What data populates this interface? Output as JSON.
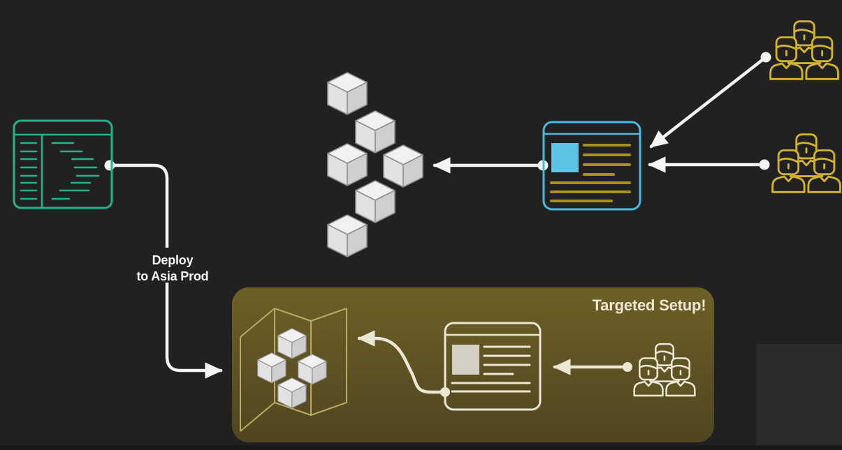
{
  "colors": {
    "background": "#212121",
    "sheen": "#2a2b2c",
    "green": "#27b08b",
    "cyan": "#4cb9dd",
    "cyan_fill": "#5ec2e6",
    "yellow": "#d3b32a",
    "mustard": "#a8921f",
    "panel_top": "#6d6027",
    "panel_bottom": "#4f4520",
    "panel_mid": "#5f5424",
    "panel_line": "#b9ab66",
    "cream": "#ece6d4",
    "white": "#f4f4f4",
    "text": "#fafafa",
    "cube_top": "#f1f1f1",
    "cube_left": "#e2e2e2",
    "cube_right": "#cfcfcf",
    "cube_stroke": "#8f8f8f",
    "square_gray": "#d4d0c3"
  },
  "diagram": {
    "deploy_label": {
      "line1": "Deploy",
      "line2": "to Asia Prod"
    },
    "panel": {
      "title": "Targeted Setup!"
    },
    "nodes": [
      {
        "id": "code-editor",
        "type": "code-editor-icon",
        "color": "green"
      },
      {
        "id": "service-cubes",
        "type": "cube-cluster",
        "cubes": 6,
        "color": "gray"
      },
      {
        "id": "browser-app",
        "type": "browser-window-icon",
        "color": "cyan"
      },
      {
        "id": "users-top",
        "type": "user-group-icon",
        "members": 3,
        "color": "yellow"
      },
      {
        "id": "users-middle",
        "type": "user-group-icon",
        "members": 3,
        "color": "yellow"
      },
      {
        "id": "asia-prod-environment",
        "type": "folded-map-cubes-icon",
        "cubes": 4,
        "color": "olive"
      },
      {
        "id": "targeted-browser",
        "type": "browser-window-icon",
        "color": "cream"
      },
      {
        "id": "targeted-users",
        "type": "user-group-icon",
        "members": 3,
        "color": "cream"
      }
    ],
    "edges": [
      {
        "from": "code-editor",
        "to": "asia-prod-environment",
        "label": "Deploy to Asia Prod"
      },
      {
        "from": "browser-app",
        "to": "service-cubes"
      },
      {
        "from": "users-top",
        "to": "browser-app"
      },
      {
        "from": "users-middle",
        "to": "browser-app"
      },
      {
        "from": "targeted-users",
        "to": "targeted-browser"
      },
      {
        "from": "targeted-browser",
        "to": "asia-prod-environment"
      }
    ]
  }
}
